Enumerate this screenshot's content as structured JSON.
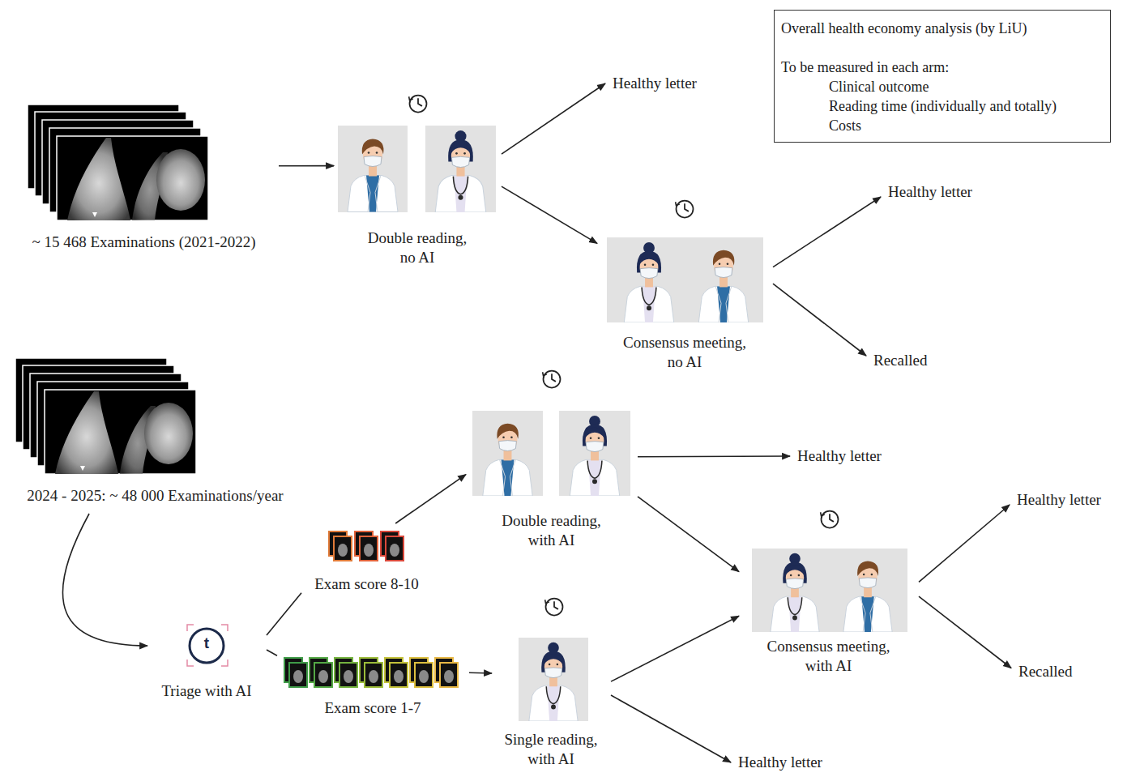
{
  "diagram": {
    "nodes": [
      {
        "text": [
          "Overall health economy analysis (by LiU)",
          "To be measured in each arm:",
          "Clinical outcome",
          "Reading time (individually and totally)",
          "Costs"
        ]
      },
      {
        "text": [
          "~ 15 468 Examinations (2021-2022)"
        ]
      },
      {
        "text": [
          "Double reading, no AI"
        ]
      },
      {
        "text": [
          "Healthy letter"
        ]
      },
      {
        "text": [
          "Consensus meeting, no AI"
        ]
      },
      {
        "text": [
          "Healthy letter"
        ]
      },
      {
        "text": [
          "Recalled"
        ]
      },
      {
        "text": [
          "2024 - 2025: ~ 48 000 Examinations/year"
        ]
      },
      {
        "text": [
          "Double reading, with AI"
        ]
      },
      {
        "text": [
          "Healthy letter"
        ]
      },
      {
        "text": [
          "Exam score 8-10"
        ]
      },
      {
        "text": [
          "Consensus meeting, with AI"
        ]
      },
      {
        "text": [
          "Healthy letter"
        ]
      },
      {
        "text": [
          "t",
          "Triage with AI"
        ]
      },
      {
        "text": [
          "Exam score 1-7"
        ]
      },
      {
        "text": [
          "Single reading, with AI"
        ]
      },
      {
        "text": [
          "Recalled"
        ]
      },
      {
        "text": [
          "Healthy letter"
        ]
      }
    ],
    "edges": [
      {
        "from": 1,
        "to": 2,
        "arrow": "to"
      },
      {
        "from": 2,
        "to": 3,
        "arrow": "to"
      },
      {
        "from": 2,
        "to": 4,
        "arrow": "to"
      },
      {
        "from": 4,
        "to": 5,
        "arrow": "to"
      },
      {
        "from": 4,
        "to": 6,
        "arrow": "to"
      },
      {
        "from": 7,
        "to": 13,
        "arrow": "to"
      },
      {
        "from": 13,
        "to": 10,
        "arrow": "none"
      },
      {
        "from": 13,
        "to": 14,
        "arrow": "none"
      },
      {
        "from": 10,
        "to": 8,
        "arrow": "to"
      },
      {
        "from": 14,
        "to": 15,
        "arrow": "to"
      },
      {
        "from": 8,
        "to": 9,
        "arrow": "to"
      },
      {
        "from": 8,
        "to": 11,
        "arrow": "to"
      },
      {
        "from": 15,
        "to": 11,
        "arrow": "to"
      },
      {
        "from": 15,
        "to": 17,
        "arrow": "to"
      },
      {
        "from": 11,
        "to": 12,
        "arrow": "to"
      },
      {
        "from": 11,
        "to": 16,
        "arrow": "to"
      }
    ]
  }
}
